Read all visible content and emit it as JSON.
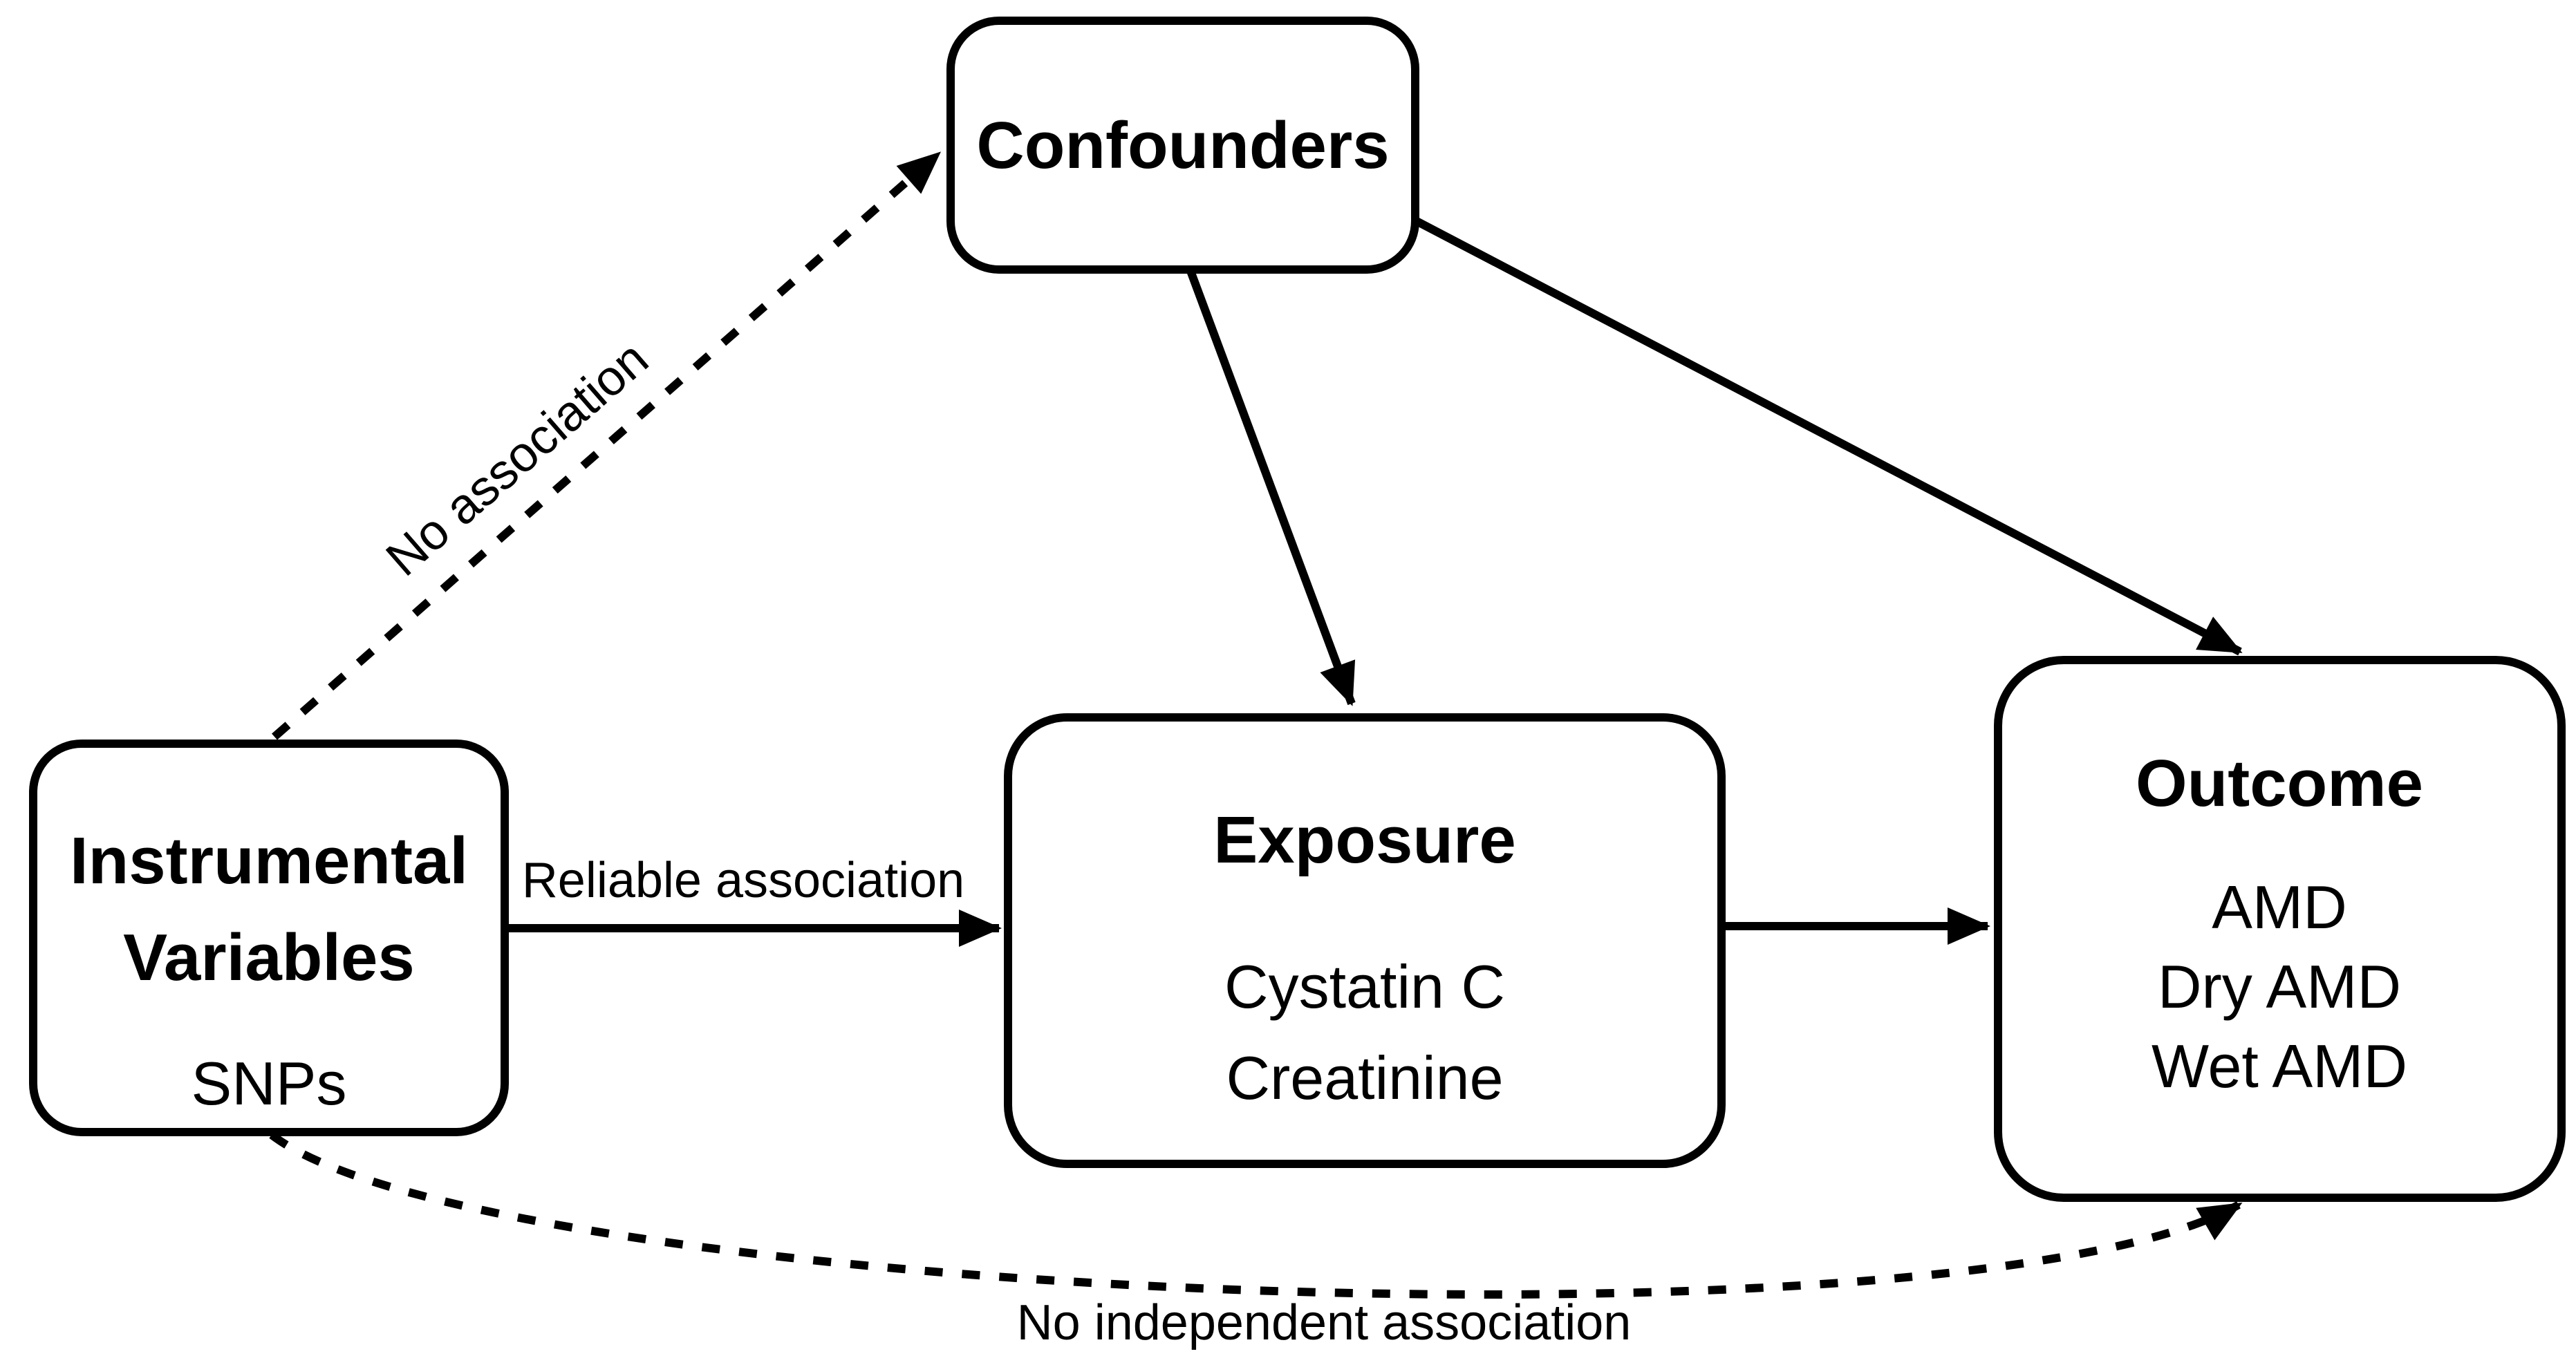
{
  "figure": {
    "background_color": "#ffffff",
    "line_color": "#000000",
    "text_color": "#000000",
    "nodes": {
      "confounders": {
        "title": "Confounders"
      },
      "instrumental_variables": {
        "title_lines": [
          "Instrumental",
          "Variables"
        ],
        "subtitle": "SNPs"
      },
      "exposure": {
        "title": "Exposure",
        "items": [
          "Cystatin C",
          "Creatinine"
        ]
      },
      "outcome": {
        "title": "Outcome",
        "items": [
          "AMD",
          "Dry AMD",
          "Wet AMD"
        ]
      }
    },
    "edges": {
      "iv_to_confounders": {
        "label": "No association",
        "style": "dashed"
      },
      "iv_to_exposure": {
        "label": "Reliable association",
        "style": "solid"
      },
      "confounders_to_exposure": {
        "label": "",
        "style": "solid"
      },
      "confounders_to_outcome": {
        "label": "",
        "style": "solid"
      },
      "exposure_to_outcome": {
        "label": "",
        "style": "solid"
      },
      "iv_to_outcome": {
        "label": "No independent association",
        "style": "dashed"
      }
    }
  }
}
